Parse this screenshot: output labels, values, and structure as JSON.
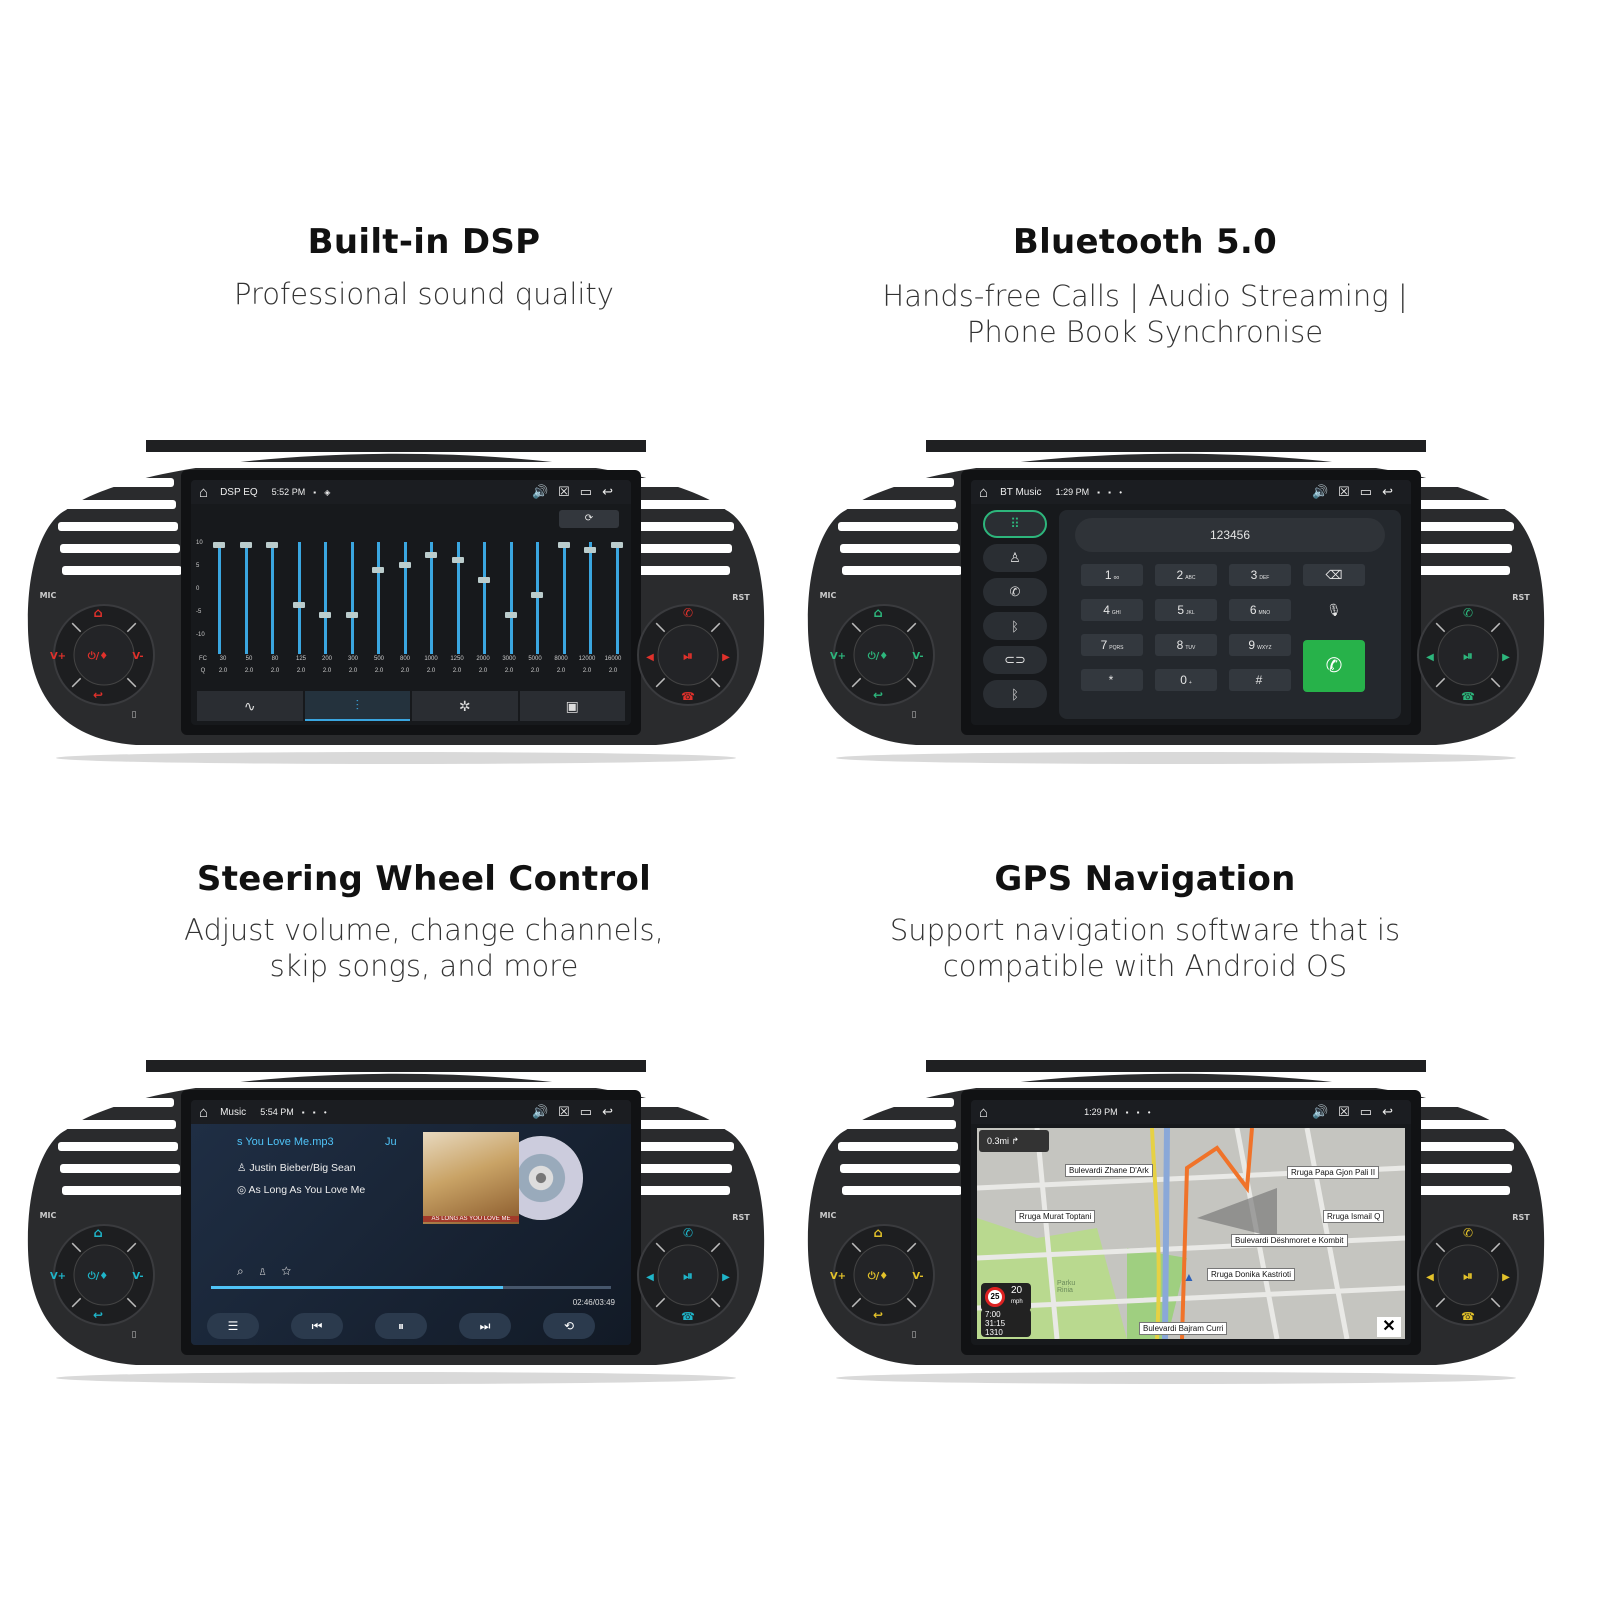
{
  "features": [
    {
      "title": "Built-in DSP",
      "subtitle_lines": [
        "Professional sound quality"
      ]
    },
    {
      "title": "Bluetooth 5.0",
      "subtitle_lines": [
        "Hands-free Calls | Audio Streaming |",
        "Phone Book Synchronise"
      ]
    },
    {
      "title": "Steering Wheel Control",
      "subtitle_lines": [
        "Adjust volume, change channels,",
        "skip songs, and more"
      ]
    },
    {
      "title": "GPS Navigation",
      "subtitle_lines": [
        "Support navigation software that is",
        "compatible with Android OS"
      ]
    }
  ],
  "bezel": {
    "mic_label": "MIC",
    "rst_label": "RST",
    "vol_up": "V+",
    "vol_down": "V-",
    "power_label": "⏻/♦"
  },
  "colors": {
    "dsp_accent": "#e0312b",
    "bt_accent": "#2db67c",
    "music_accent": "#1fb5c9",
    "gps_accent": "#e3c22a"
  },
  "dsp": {
    "app": "DSP EQ",
    "time": "5:52 PM",
    "scale": [
      "10",
      "5",
      "0",
      "-5",
      "-10"
    ],
    "fc_label": "FC",
    "q_label": "Q",
    "bands": [
      "30",
      "50",
      "80",
      "125",
      "200",
      "300",
      "500",
      "800",
      "1000",
      "1250",
      "2000",
      "3000",
      "5000",
      "8000",
      "12000",
      "16000"
    ],
    "q_values": [
      "2.0",
      "2.0",
      "2.0",
      "2.0",
      "2.0",
      "2.0",
      "2.0",
      "2.0",
      "2.0",
      "2.0",
      "2.0",
      "2.0",
      "2.0",
      "2.0",
      "2.0",
      "2.0"
    ],
    "levels": [
      10,
      10,
      10,
      -2,
      -4,
      -4,
      5,
      6,
      8,
      7,
      3,
      -4,
      0,
      10,
      9,
      10
    ],
    "tabs": [
      "waveform-icon",
      "equalizer-icon",
      "surround-icon",
      "speaker-icon"
    ],
    "active_tab": 1
  },
  "bt": {
    "app": "BT Music",
    "time": "1:29 PM",
    "display_number": "123456",
    "keys": [
      {
        "label": "1",
        "sub": "oo"
      },
      {
        "label": "2",
        "sub": "ABC"
      },
      {
        "label": "3",
        "sub": "DEF"
      },
      {
        "label": "4",
        "sub": "GHI"
      },
      {
        "label": "5",
        "sub": "JKL"
      },
      {
        "label": "6",
        "sub": "MNO"
      },
      {
        "label": "7",
        "sub": "PQRS"
      },
      {
        "label": "8",
        "sub": "TUV"
      },
      {
        "label": "9",
        "sub": "WXYZ"
      },
      {
        "label": "*",
        "sub": ""
      },
      {
        "label": "0",
        "sub": "+"
      },
      {
        "label": "#",
        "sub": ""
      }
    ]
  },
  "music": {
    "app": "Music",
    "time": "5:54 PM",
    "file": "s You Love Me.mp3",
    "file_extra": "Ju",
    "artist": "Justin Bieber/Big Sean",
    "album": "As Long As You Love Me",
    "cover_text": "AS LONG AS YOU LOVE ME",
    "elapsed_total": "02:46/03:49",
    "progress": 0.73
  },
  "gps": {
    "time": "1:29 PM",
    "distance": "0.3mi",
    "streets": [
      "Bulevardi Zhane D'Ark",
      "Rruga Papa Gjon Pali II",
      "Rruga Murat Toptani",
      "Rruga Ismail Q",
      "Bulevardi Dëshmoret e Kombit",
      "Rruga Donika Kastrioti",
      "Bulevardi Bajram Curri"
    ],
    "park": "Parku Rinia",
    "speed_limit": "25",
    "speed": "20",
    "speed_unit": "mph",
    "eta": "7:00",
    "duration": "31:15",
    "remaining": "1310"
  }
}
